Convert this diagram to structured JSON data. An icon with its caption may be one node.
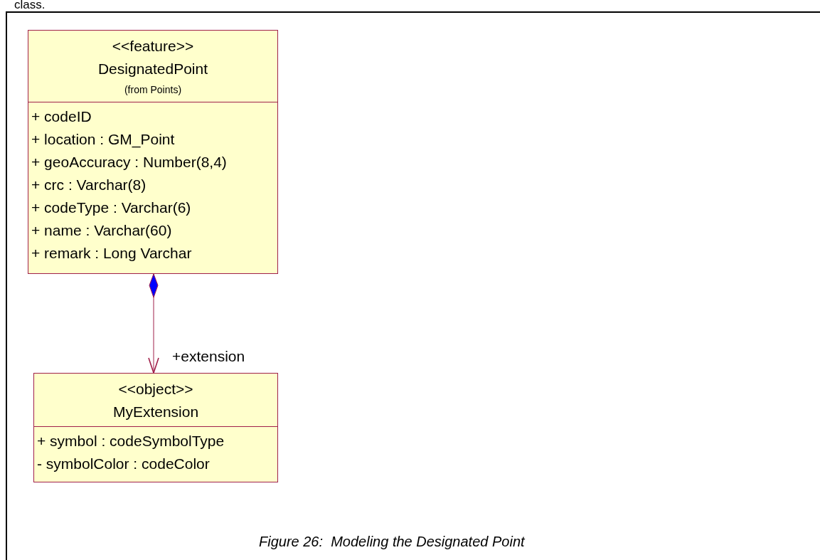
{
  "diagram": {
    "caption": "Figure 26:  Modeling the Designated Point",
    "nodes": [
      {
        "text": [
          "<<feature>>",
          "DesignatedPoint",
          "(from Points)",
          "+ codeID",
          "+ location : GM_Point",
          "+ geoAccuracy : Number(8,4)",
          "+ crc : Varchar(8)",
          "+ codeType : Varchar(6)",
          "+ name : Varchar(60)",
          "+ remark : Long Varchar"
        ]
      },
      {
        "text": [
          "<<object>>",
          "MyExtension",
          "+ symbol : codeSymbolType",
          "- symbolColor : codeColor"
        ]
      }
    ],
    "edges": [
      {
        "from": 0,
        "to": 1,
        "arrow": "to",
        "label": "+extension"
      }
    ],
    "labels": [
      "class."
    ]
  }
}
